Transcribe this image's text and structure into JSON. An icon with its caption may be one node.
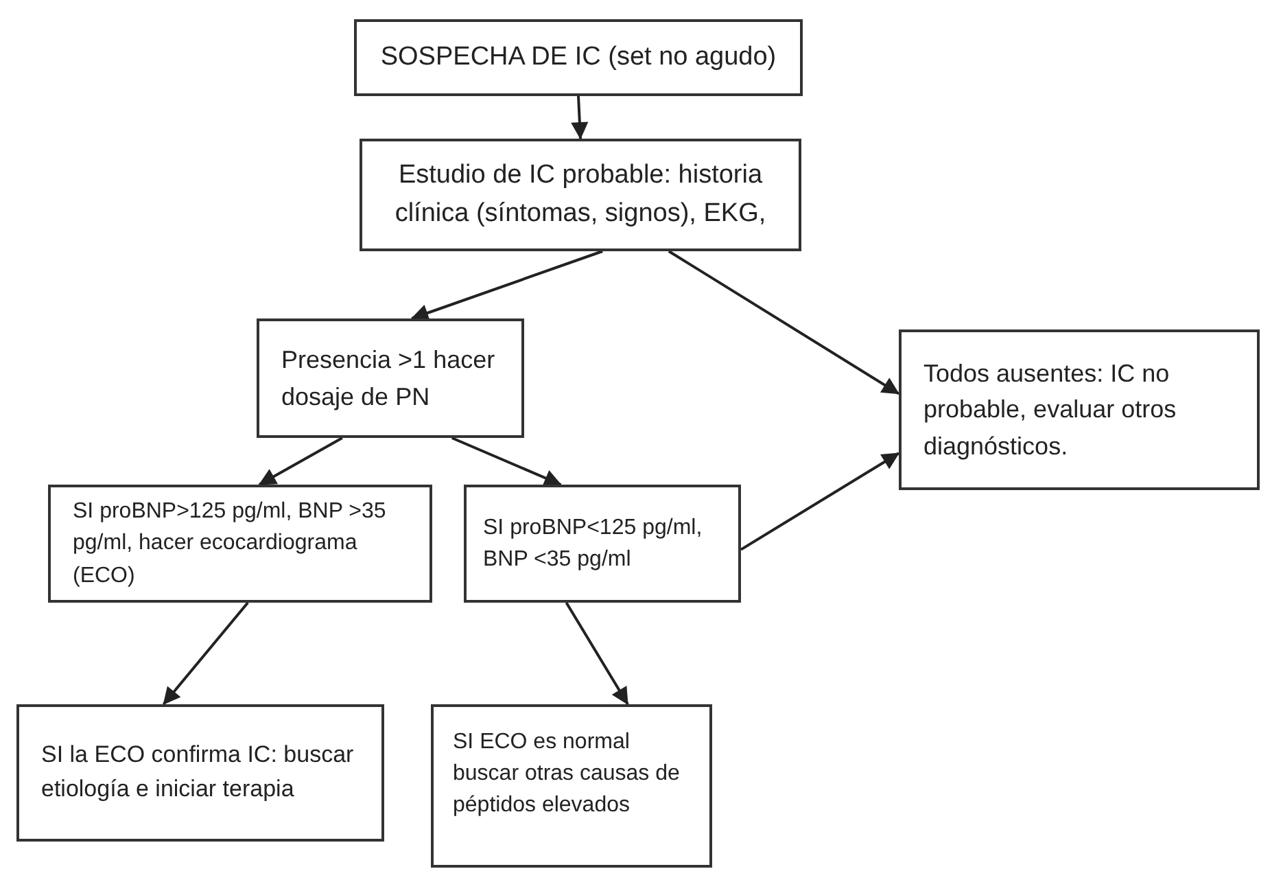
{
  "diagram": {
    "nodes": [
      {
        "text": [
          "SOSPECHA DE IC (set no agudo)"
        ]
      },
      {
        "text": [
          "Estudio de IC probable: historia clínica (síntomas, signos), EKG,"
        ]
      },
      {
        "text": [
          "Presencia >1 hacer dosaje de PN"
        ]
      },
      {
        "text": [
          "Todos ausentes: IC no probable, evaluar otros diagnósticos."
        ]
      },
      {
        "text": [
          "SI proBNP>125 pg/ml, BNP >35 pg/ml, hacer ecocardiograma (ECO)"
        ]
      },
      {
        "text": [
          "SI proBNP<125 pg/ml, BNP <35 pg/ml"
        ]
      },
      {
        "text": [
          "SI la ECO confirma IC: buscar etiología e iniciar terapia"
        ]
      },
      {
        "text": [
          "SI ECO es normal buscar otras causas de péptidos elevados"
        ]
      }
    ],
    "edges": [
      {
        "from": 0,
        "to": 1,
        "arrow": "to"
      },
      {
        "from": 1,
        "to": 2,
        "arrow": "to"
      },
      {
        "from": 1,
        "to": 3,
        "arrow": "to"
      },
      {
        "from": 2,
        "to": 4,
        "arrow": "to"
      },
      {
        "from": 2,
        "to": 5,
        "arrow": "to"
      },
      {
        "from": 5,
        "to": 3,
        "arrow": "to"
      },
      {
        "from": 4,
        "to": 6,
        "arrow": "to"
      },
      {
        "from": 5,
        "to": 7,
        "arrow": "to"
      }
    ]
  }
}
